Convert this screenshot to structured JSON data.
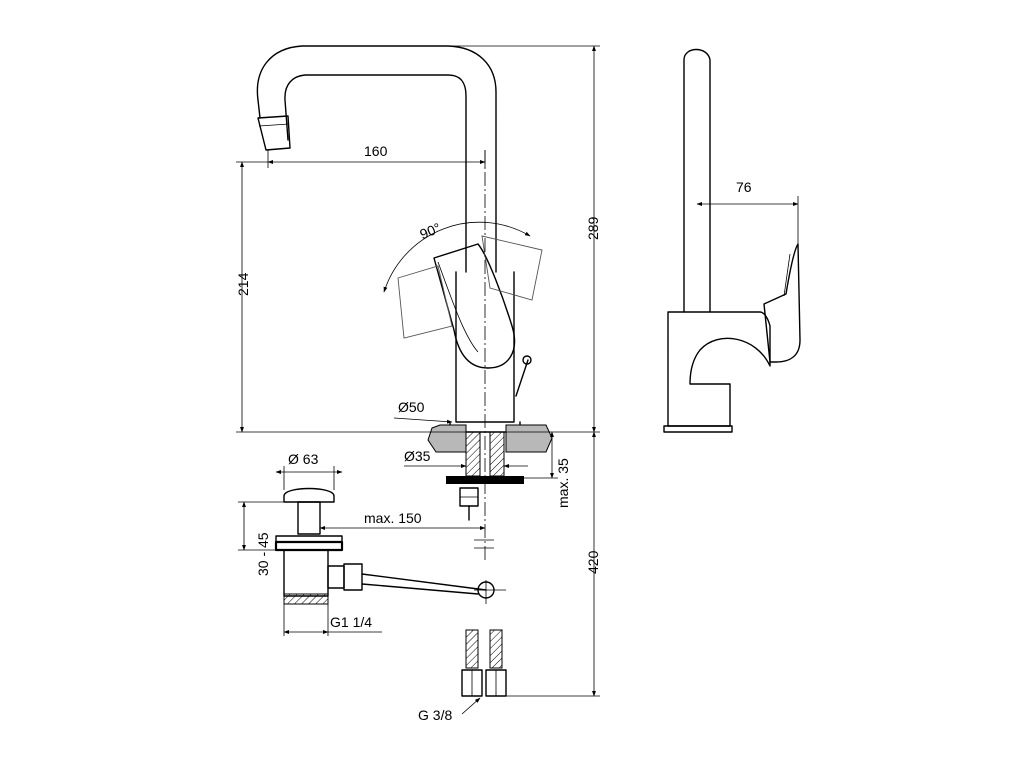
{
  "dimensions": {
    "spout_reach": "160",
    "rotation_angle": "90°",
    "spout_height": "214",
    "total_height": "289",
    "handle_offset": "76",
    "base_diameter": "Ø50",
    "hole_diameter": "Ø35",
    "max_deck_thickness": "max. 35",
    "under_deck_length": "420",
    "waste_diameter": "Ø 63",
    "pull_rod_length": "max. 150",
    "waste_adjust_range": "30 - 45",
    "waste_thread": "G1 1/4",
    "hose_thread": "G 3/8"
  },
  "colors": {
    "line": "#000000",
    "section_fill": "#b8b8b8",
    "background": "#ffffff"
  }
}
